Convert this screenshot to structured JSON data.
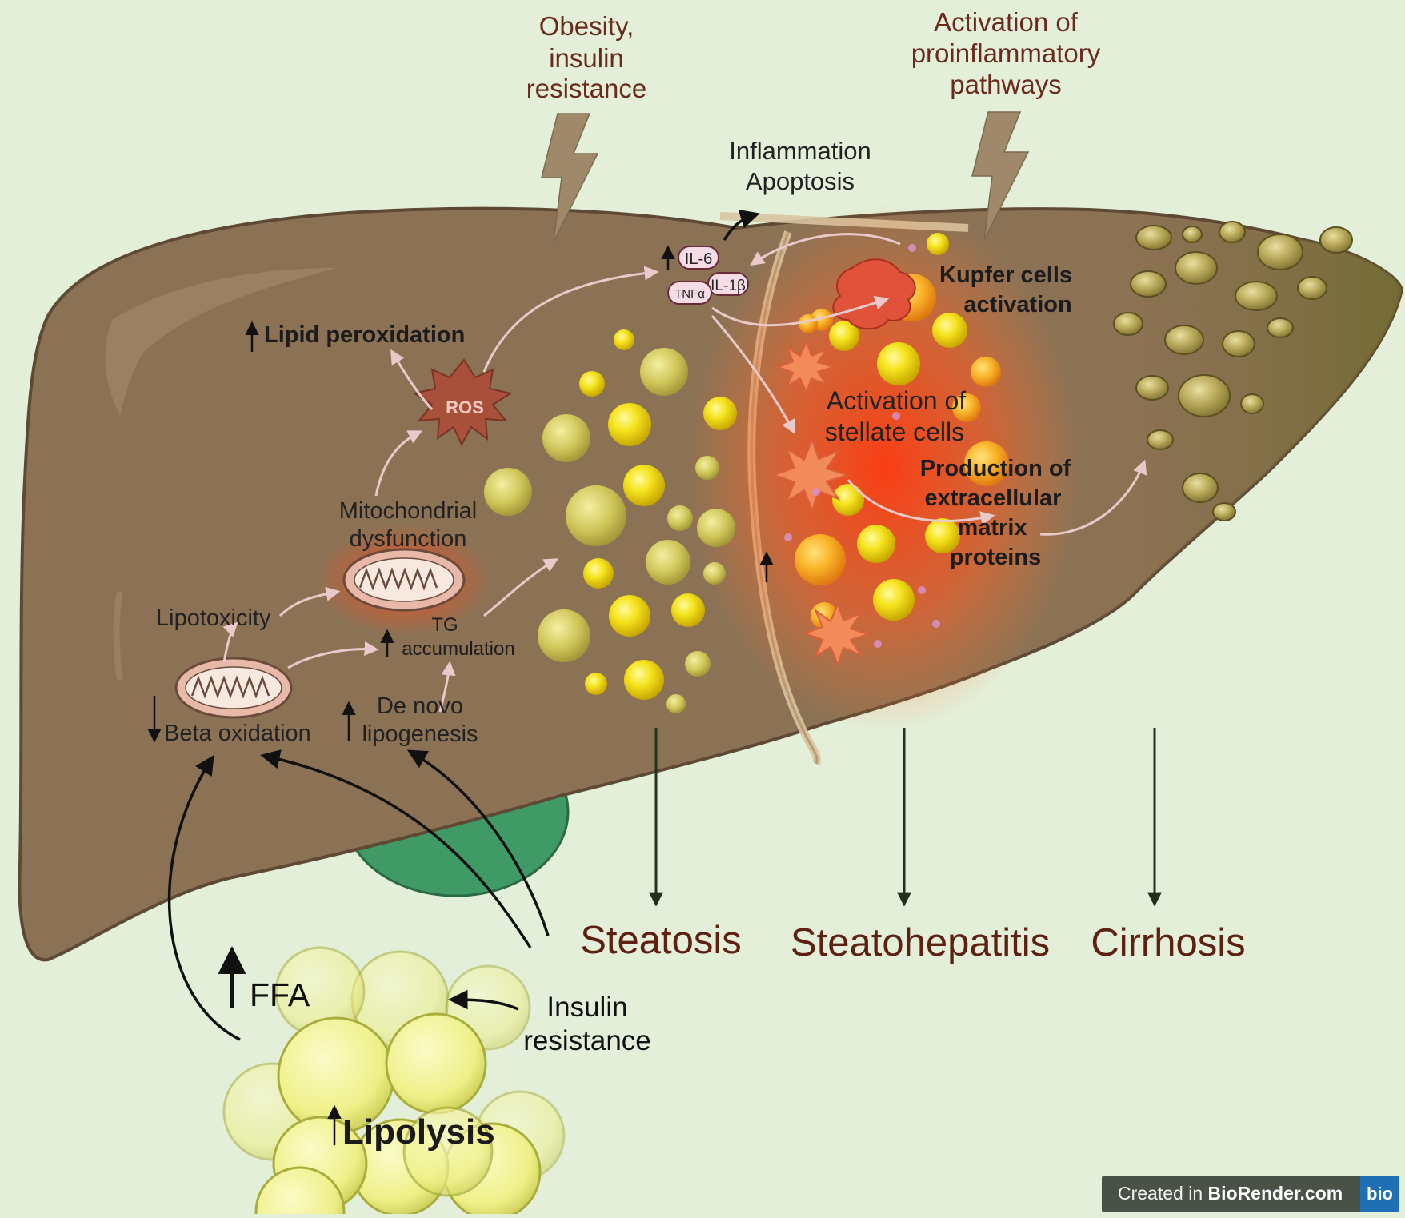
{
  "top_labels": {
    "obesity": [
      "Obesity,",
      "insulin",
      "resistance"
    ],
    "proinflammatory": [
      "Activation of",
      "proinflammatory",
      "pathways"
    ]
  },
  "inflammation": [
    "Inflammation",
    "Apoptosis"
  ],
  "cytokines": {
    "il6": "IL-6",
    "il1b": "IL-1β",
    "tnfa": "TNFα"
  },
  "labels": {
    "lipid_peroxidation": "Lipid peroxidation",
    "ros": "ROS",
    "mito_dysfunction": [
      "Mitochondrial",
      "dysfunction"
    ],
    "lipotoxicity": "Lipotoxicity",
    "tg_accumulation": [
      "TG",
      "accumulation"
    ],
    "beta_oxidation": "Beta oxidation",
    "de_novo": [
      "De novo",
      "lipogenesis"
    ],
    "kupfer": [
      "Kupfer cells",
      "activation"
    ],
    "stellate": [
      "Activation of",
      "stellate cells"
    ],
    "ecm": [
      "Production of",
      "extracellular",
      "matrix",
      "proteins"
    ],
    "ffa": "FFA",
    "insulin_resistance": [
      "Insulin",
      "resistance"
    ],
    "lipolysis": "Lipolysis"
  },
  "stages": [
    "Steatosis",
    "Steatohepatitis",
    "Cirrhosis"
  ],
  "badge": {
    "prefix": "Created in ",
    "brand": "BioRender.com",
    "logo": "bio"
  },
  "colors": {
    "background": "#e3efd9",
    "liver": "#8c7254",
    "stage_text": "#5e2010",
    "top_text": "#6a2a1c",
    "fat_droplet": "#f2e020",
    "inflammation_glow": "#ff4a1a",
    "gallbladder": "#3f9a66"
  },
  "icons": [
    "lightning-icon",
    "mitochondrion-icon",
    "ros-burst-icon",
    "stellate-cell-icon",
    "kupffer-cell-icon",
    "fat-droplet-icon",
    "adipocyte-icon"
  ]
}
